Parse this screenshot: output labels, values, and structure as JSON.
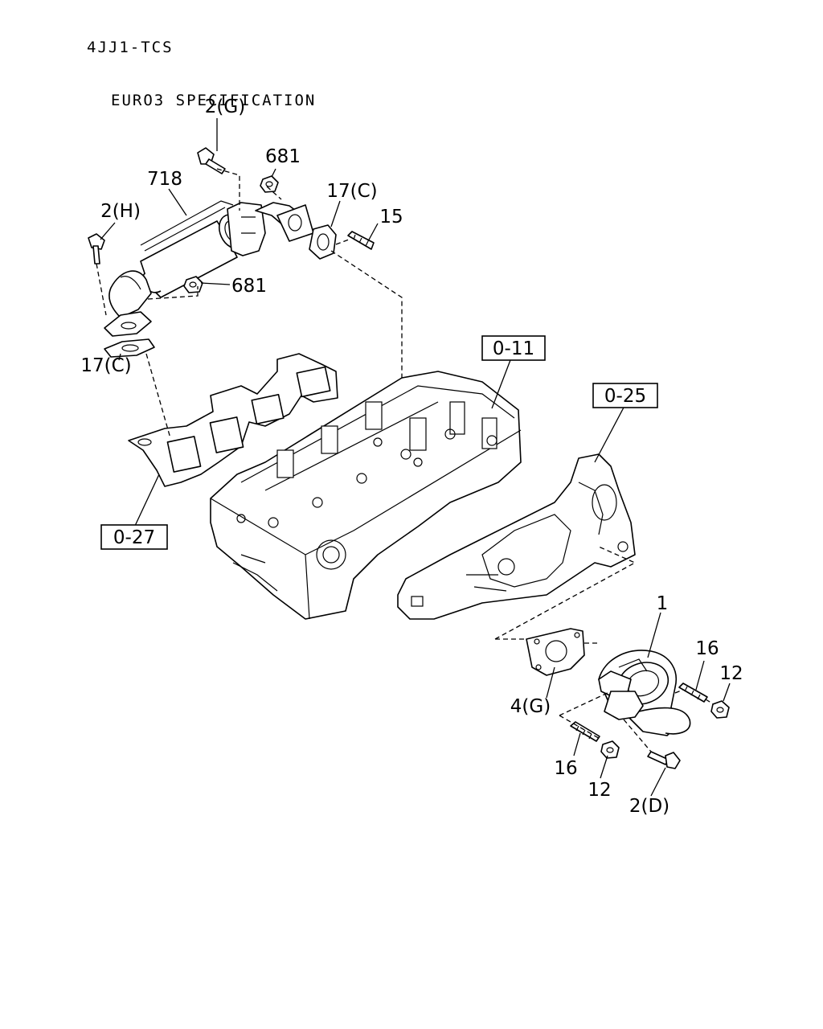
{
  "header": {
    "line1": "4JJ1-TCS",
    "line2": "EURO3 SPECIFICATION"
  },
  "callouts": {
    "c_2g": "2(G)",
    "c_681_top": "681",
    "c_718": "718",
    "c_17c_top": "17(C)",
    "c_2h": "2(H)",
    "c_15": "15",
    "c_681_mid": "681",
    "c_17c_left": "17(C)",
    "c_1": "1",
    "c_16_right": "16",
    "c_12_right": "12",
    "c_4g": "4(G)",
    "c_16_bottom": "16",
    "c_12_bottom": "12",
    "c_2d": "2(D)"
  },
  "refs": {
    "r_011": "0-11",
    "r_025": "0-25",
    "r_027": "0-27"
  },
  "parts": {
    "egr_cooler": "egr-cooler-icon",
    "cylinder_head": "cylinder-head-icon",
    "exhaust_manifold": "exhaust-manifold-icon",
    "intake_manifold": "intake-manifold-icon",
    "egr_valve": "egr-valve-icon"
  }
}
